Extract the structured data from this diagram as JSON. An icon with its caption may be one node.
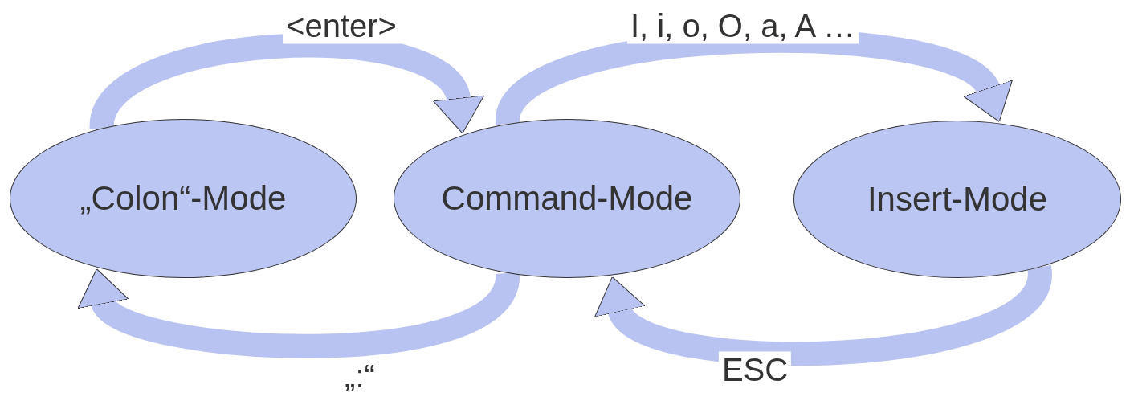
{
  "diagram": {
    "nodes": [
      {
        "text": [
          "„Colon“-Mode"
        ]
      },
      {
        "text": [
          "Command-Mode"
        ]
      },
      {
        "text": [
          "Insert-Mode"
        ]
      }
    ],
    "edges": [
      {
        "from": 0,
        "to": 1,
        "arrow": "to",
        "label": "<enter>"
      },
      {
        "from": 1,
        "to": 2,
        "arrow": "to",
        "label": "I, i, o, O, a, A …"
      },
      {
        "from": 2,
        "to": 1,
        "arrow": "to",
        "label": "ESC"
      },
      {
        "from": 1,
        "to": 0,
        "arrow": "to",
        "label": "„:“"
      }
    ]
  }
}
